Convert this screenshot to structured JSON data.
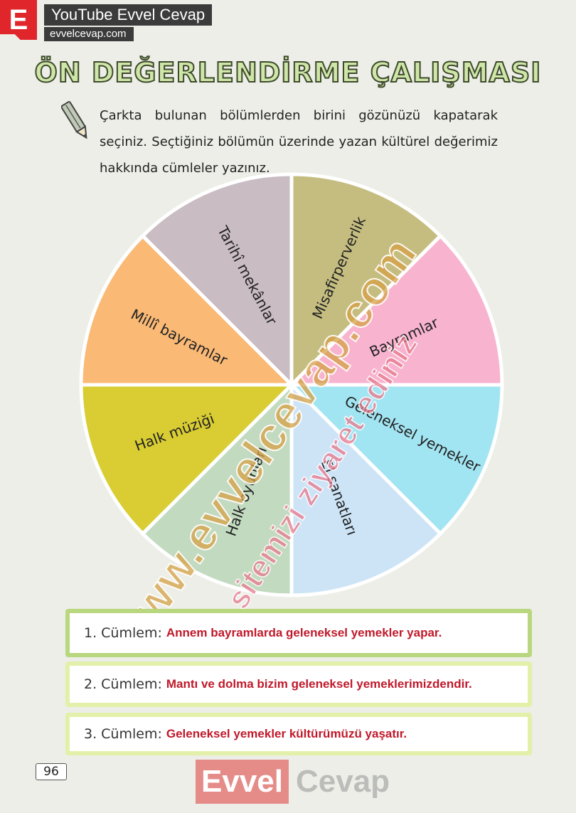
{
  "brand": {
    "letter": "E",
    "channel": "YouTube Evvel Cevap",
    "url": "evvelcevap.com"
  },
  "title": "ÖN DEĞERLENDİRME ÇALIŞMASI",
  "instruction": "Çarkta bulunan bölümlerden birini gözünüzü kapatarak seçiniz. Seçtiğiniz bölümün üzerinde yazan kültürel değerimiz hakkında cümleler yazınız.",
  "wheel": {
    "segments": [
      {
        "label": "Misafirperverlik",
        "color": "#c5bd80"
      },
      {
        "label": "Bayramlar",
        "color": "#f8b3cf"
      },
      {
        "label": "Geleneksel yemekler",
        "color": "#a2e5f2"
      },
      {
        "label": "El sanatları",
        "color": "#cde4f7"
      },
      {
        "label": "Halk oyunları",
        "color": "#c2dac0"
      },
      {
        "label": "Halk müziği",
        "color": "#d9cd33"
      },
      {
        "label": "Millî bayramlar",
        "color": "#fab975"
      },
      {
        "label": "Tarihî mekânlar",
        "color": "#c9bcc3"
      }
    ]
  },
  "answers": [
    {
      "label": "1. Cümlem:",
      "text": "Annem bayramlarda geleneksel yemekler yapar."
    },
    {
      "label": "2. Cümlem:",
      "text": "Mantı ve dolma bizim geleneksel yemeklerimizdendir."
    },
    {
      "label": "3. Cümlem:",
      "text": "Geleneksel yemekler kültürümüzü yaşatır."
    }
  ],
  "watermark": {
    "main": "www.evvelcevap.com",
    "secondary": "sitemizi ziyaret ediniz"
  },
  "page_number": "96",
  "footer_logo": {
    "left": "Evvel",
    "right": "Cevap"
  }
}
